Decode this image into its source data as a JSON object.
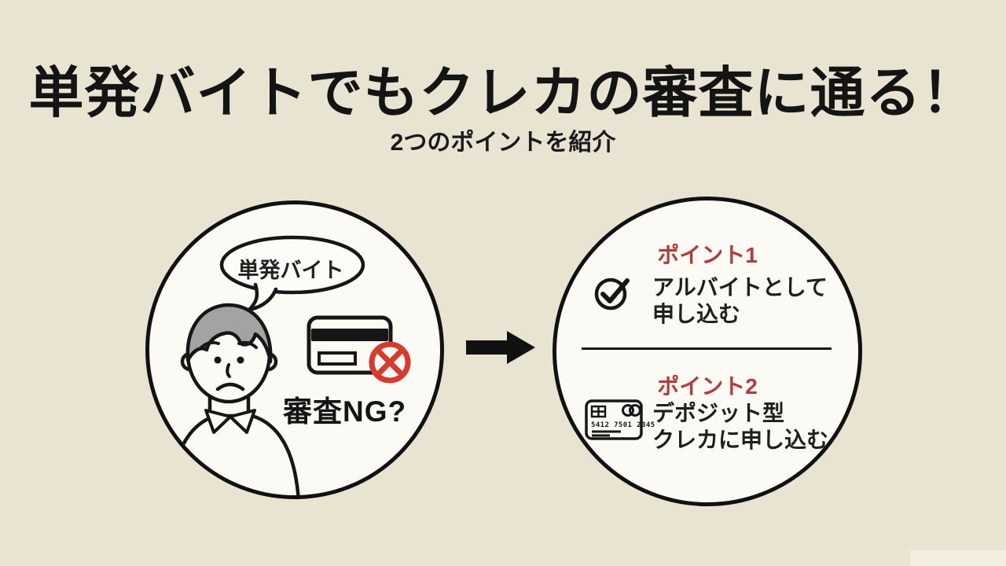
{
  "header": {
    "title": "単発バイトでもクレカの審査に通る！",
    "subtitle": "2つのポイントを紹介"
  },
  "before_circle": {
    "bubble_text": "単発バイト",
    "caption": "審査NG?"
  },
  "after_circle": {
    "point1_label": "ポイント1",
    "point1_text": "アルバイトとして\n申し込む",
    "point2_label": "ポイント2",
    "point2_text": "デポジット型\nクレカに申し込む",
    "card_number": "5412 7501 2345"
  },
  "icons": {
    "speech_bubble": "speech-bubble",
    "person": "worried-person-illustration",
    "rejected_card": "credit-card-rejected-icon",
    "arrow": "arrow-right-icon",
    "check": "checkmark-circle-icon",
    "card": "credit-card-icon"
  },
  "colors": {
    "background": "#E9E4D2",
    "circle_fill": "#FCFAF5",
    "ink": "#141414",
    "accent_red": "#B23B3B",
    "prohibition_red": "#D73B2C",
    "hair_gray": "#A3A3A3"
  }
}
